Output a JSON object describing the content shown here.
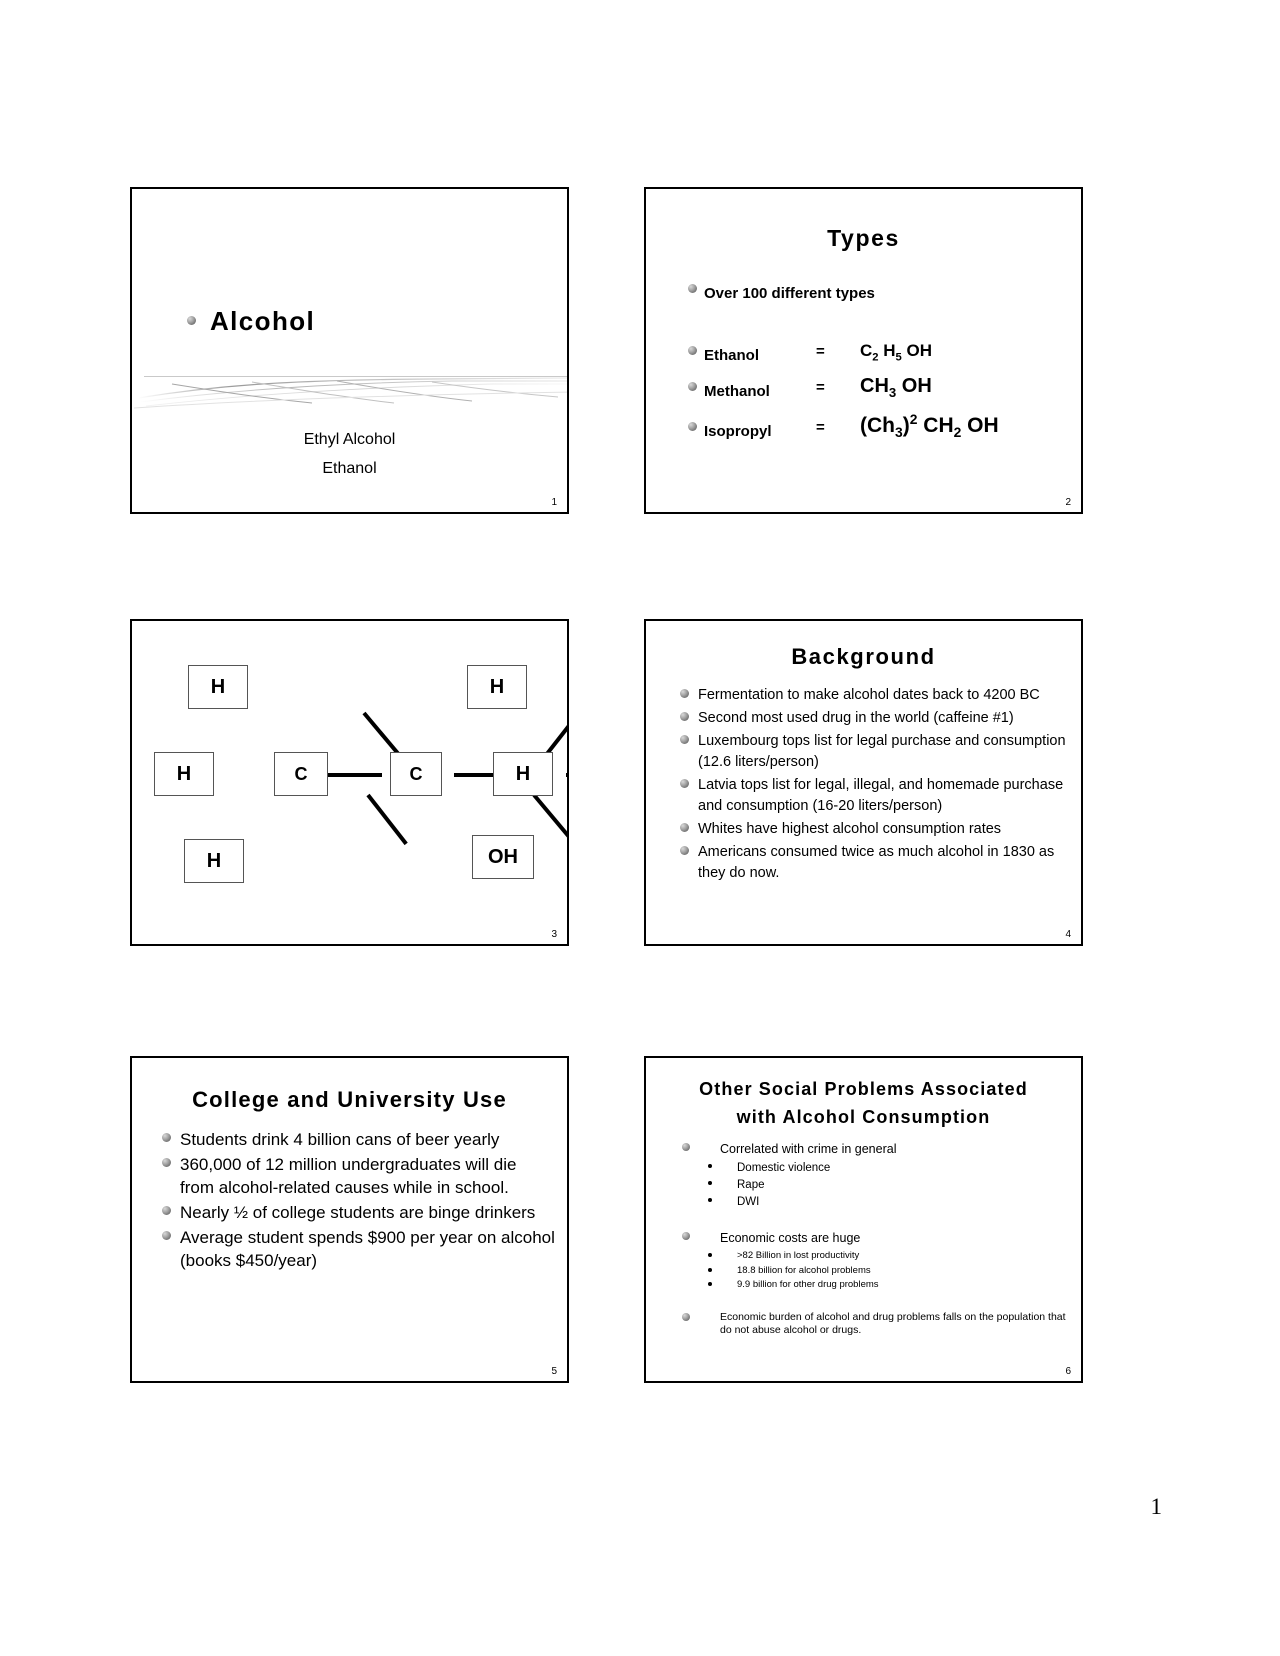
{
  "page": {
    "number": "1"
  },
  "slides": [
    {
      "number": "1",
      "title": "Alcohol",
      "subtitle_line1": "Ethyl Alcohol",
      "subtitle_line2": "Ethanol"
    },
    {
      "number": "2",
      "title": "Types",
      "lead_bullet": "Over 100 different types",
      "rows": [
        {
          "name": "Ethanol",
          "equals": "=",
          "formula_html": "C<sub>2</sub> H<sub>5</sub> OH",
          "formula_text": "C2 H5 OH"
        },
        {
          "name": "Methanol",
          "equals": "=",
          "formula_html": "CH<sub>3</sub> OH",
          "formula_text": "CH3 OH"
        },
        {
          "name": "Isopropyl",
          "equals": "=",
          "formula_html": "(Ch<sub>3</sub>)<sup>2</sup> CH<sub>2</sub> OH",
          "formula_text": "(Ch3)2 CH2 OH"
        }
      ]
    },
    {
      "number": "3",
      "title": "",
      "molecule": {
        "name": "ethanol-structural-formula",
        "atoms": [
          {
            "label": "H",
            "name": "atom-h-top-left"
          },
          {
            "label": "H",
            "name": "atom-h-left"
          },
          {
            "label": "H",
            "name": "atom-h-bottom-left"
          },
          {
            "label": "C",
            "name": "atom-c-left"
          },
          {
            "label": "C",
            "name": "atom-c-right"
          },
          {
            "label": "H",
            "name": "atom-h-top-right"
          },
          {
            "label": "H",
            "name": "atom-h-right"
          },
          {
            "label": "OH",
            "name": "atom-oh"
          }
        ]
      }
    },
    {
      "number": "4",
      "title": "Background",
      "bullets": [
        "Fermentation to make alcohol dates back to 4200 BC",
        "Second most used drug in the world (caffeine #1)",
        "Luxembourg tops list for legal purchase and consumption (12.6 liters/person)",
        "Latvia tops list for legal, illegal, and homemade purchase and consumption (16-20 liters/person)",
        "Whites have highest alcohol consumption rates",
        "Americans consumed twice as much alcohol in 1830 as they do now."
      ]
    },
    {
      "number": "5",
      "title": "College and University Use",
      "bullets": [
        "Students drink 4 billion cans of beer yearly",
        "360,000 of 12 million undergraduates will die from alcohol-related causes while in school.",
        "Nearly ½ of college students are binge drinkers",
        "Average student spends $900 per year on alcohol  (books $450/year)"
      ]
    },
    {
      "number": "6",
      "title": "Other Social Problems Associated with Alcohol Consumption",
      "title_line1": "Other Social Problems Associated",
      "title_line2": "with Alcohol Consumption",
      "groups": [
        {
          "heading": "Correlated with crime in general",
          "items": [
            "Domestic violence",
            "Rape",
            "DWI"
          ]
        },
        {
          "heading": "Economic costs are huge",
          "items": [
            ">82 Billion in lost productivity",
            "18.8 billion for alcohol problems",
            "9.9 billion for other drug problems"
          ]
        }
      ],
      "closing": "Economic burden of alcohol and drug problems falls on the population that do not abuse alcohol or drugs."
    }
  ],
  "colors": {
    "page_background": "#ffffff",
    "slide_border": "#000000",
    "text": "#000000",
    "bullet_sphere": "#808080",
    "atom_box_border": "#555555"
  }
}
